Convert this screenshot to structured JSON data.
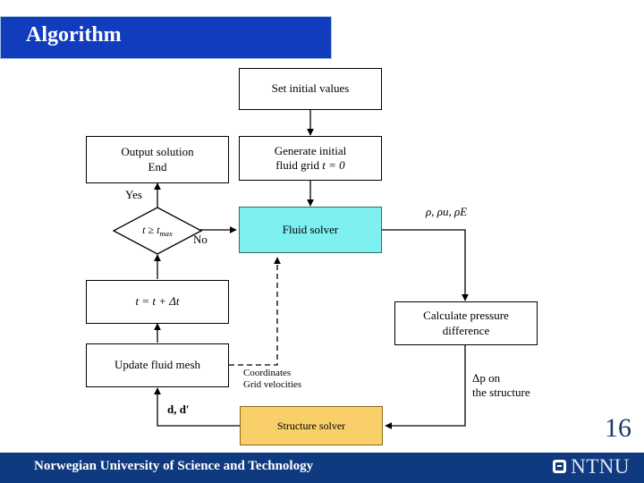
{
  "slide": {
    "title": "Algorithm",
    "page_number": "16",
    "title_bar_color": "#113cbe",
    "footer_color": "#0f3a80"
  },
  "footer": {
    "organization": "Norwegian University of Science and Technology",
    "logo_text": "NTNU"
  },
  "chart_data": {
    "type": "diagram",
    "title": "Algorithm",
    "nodes": [
      {
        "id": "set-initial-values",
        "label": "Set initial values",
        "shape": "rect",
        "fill": "#ffffff"
      },
      {
        "id": "generate-initial-fluid-grid",
        "label": "Generate initial\nfluid grid t = 0",
        "shape": "rect",
        "fill": "#ffffff"
      },
      {
        "id": "output-solution-end",
        "label": "Output solution\nEnd",
        "shape": "rect",
        "fill": "#ffffff"
      },
      {
        "id": "time-check",
        "label": "t ≥ t_max",
        "shape": "diamond",
        "fill": "#ffffff"
      },
      {
        "id": "fluid-solver",
        "label": "Fluid solver",
        "shape": "rect",
        "fill": "#7ef0f0"
      },
      {
        "id": "time-increment",
        "label": "t = t + Δt",
        "shape": "rect",
        "fill": "#ffffff"
      },
      {
        "id": "update-fluid-mesh",
        "label": "Update fluid mesh",
        "shape": "rect",
        "fill": "#ffffff"
      },
      {
        "id": "calculate-pressure-difference",
        "label": "Calculate pressure\ndifference",
        "shape": "rect",
        "fill": "#ffffff"
      },
      {
        "id": "structure-solver",
        "label": "Structure solver",
        "shape": "rect",
        "fill": "#f8cf69"
      }
    ],
    "edge_labels": [
      {
        "id": "yes",
        "text": "Yes"
      },
      {
        "id": "no",
        "text": "No"
      },
      {
        "id": "conserved-variables",
        "text": "ρ, ρu, ρE"
      },
      {
        "id": "pressure-on-structure",
        "text": "Δp on\nthe structure"
      },
      {
        "id": "displacements",
        "text": "d, d′"
      },
      {
        "id": "coordinates-grid-velocities",
        "text": "Coordinates\nGrid velocities"
      }
    ],
    "edges": [
      {
        "from": "set-initial-values",
        "to": "generate-initial-fluid-grid",
        "style": "solid"
      },
      {
        "from": "generate-initial-fluid-grid",
        "to": "fluid-solver",
        "style": "solid"
      },
      {
        "from": "time-check",
        "to": "output-solution-end",
        "label": "Yes",
        "style": "solid"
      },
      {
        "from": "time-check",
        "to": "fluid-solver",
        "label": "No",
        "style": "solid"
      },
      {
        "from": "fluid-solver",
        "to": "calculate-pressure-difference",
        "label": "ρ, ρu, ρE",
        "style": "solid"
      },
      {
        "from": "calculate-pressure-difference",
        "to": "structure-solver",
        "label": "Δp on the structure",
        "style": "solid"
      },
      {
        "from": "structure-solver",
        "to": "update-fluid-mesh",
        "label": "d, d′",
        "style": "solid"
      },
      {
        "from": "update-fluid-mesh",
        "to": "time-increment",
        "style": "solid"
      },
      {
        "from": "time-increment",
        "to": "time-check",
        "style": "solid"
      },
      {
        "from": "update-fluid-mesh",
        "to": "fluid-solver",
        "label": "Coordinates / Grid velocities",
        "style": "dashed"
      }
    ]
  },
  "nodes": {
    "set_initial_values": "Set initial values",
    "generate_initial_line1": "Generate initial",
    "generate_initial_line2_pre": "fluid grid ",
    "generate_initial_line2_math": "t = 0",
    "output_solution_line1": "Output solution",
    "output_solution_line2": "End",
    "time_check_main": "t ≥ t",
    "time_check_sub": "max",
    "fluid_solver": "Fluid solver",
    "time_increment": "t = t + Δt",
    "update_fluid_mesh": "Update fluid mesh",
    "calculate_pressure_line1": "Calculate pressure",
    "calculate_pressure_line2": "difference",
    "structure_solver": "Structure solver"
  },
  "labels": {
    "yes": "Yes",
    "no": "No",
    "conserved": "ρ, ρu, ρE",
    "delta_p_line1": "Δp on",
    "delta_p_line2": "the structure",
    "displacements": "d, d′",
    "coords_line1": "Coordinates",
    "coords_line2": "Grid velocities"
  }
}
